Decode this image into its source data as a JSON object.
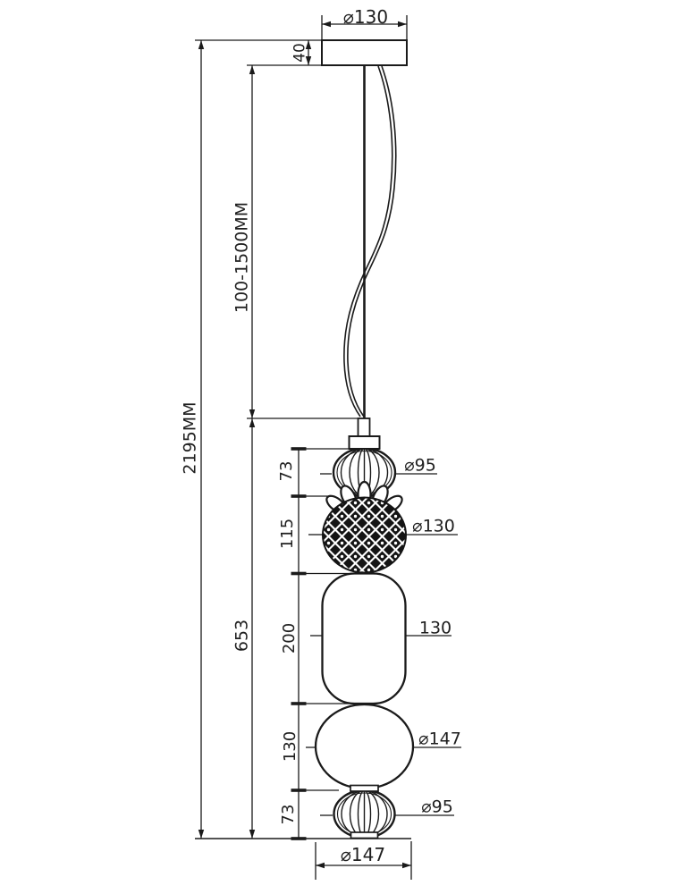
{
  "labels": {
    "canopy_diameter": "⌀130",
    "canopy_height": "40",
    "cable_length_range": "100-1500MM",
    "overall_height": "2195MM",
    "body_height": "653",
    "seg_top_sphere": "73",
    "seg_faceted_sphere": "115",
    "seg_capsule": "200",
    "seg_large_sphere": "130",
    "seg_bottom_sphere": "73",
    "top_sphere_diameter": "⌀95",
    "faceted_sphere_diameter": "⌀130",
    "capsule_width": "130",
    "large_sphere_diameter": "⌀147",
    "bottom_sphere_diameter": "⌀95",
    "overall_width": "⌀147"
  },
  "colors": {
    "line": "#1a1a1a",
    "text": "#1f1f1f",
    "background": "#ffffff"
  }
}
